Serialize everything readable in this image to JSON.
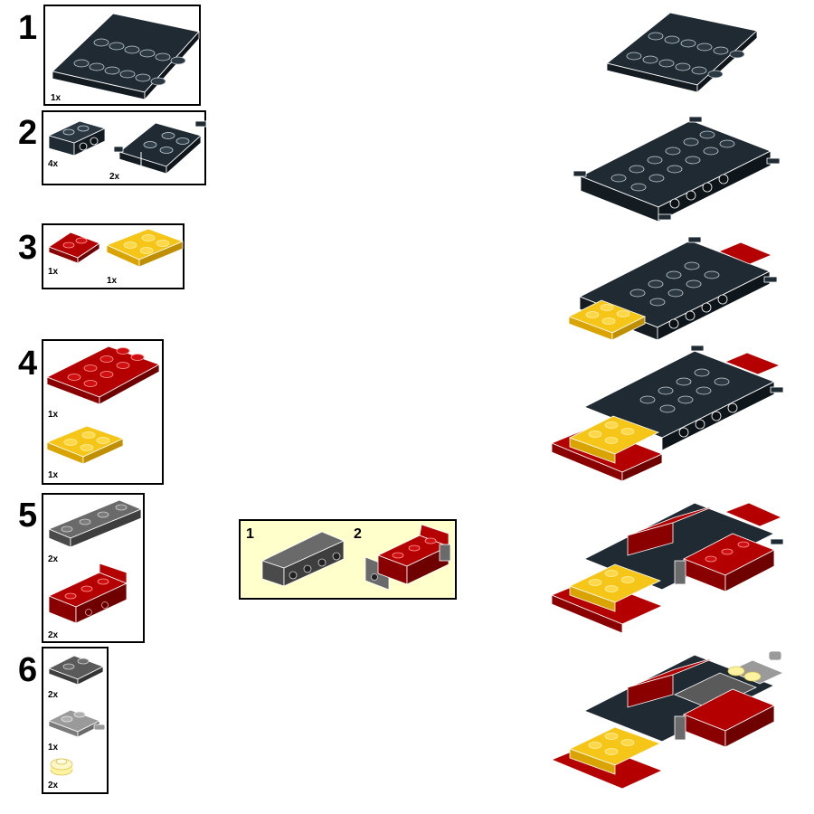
{
  "steps": [
    {
      "number": "1",
      "parts": [
        {
          "qty": "1x",
          "piece": "plate-2x6",
          "color": "#1f2a33"
        }
      ]
    },
    {
      "number": "2",
      "parts": [
        {
          "qty": "4x",
          "piece": "brick-1x2-with-pin-holes",
          "color": "#1f2a33"
        },
        {
          "qty": "2x",
          "piece": "plate-with-wheel-holders",
          "color": "#1f2a33"
        }
      ]
    },
    {
      "number": "3",
      "parts": [
        {
          "qty": "1x",
          "piece": "plate-1x2",
          "color": "#b40000"
        },
        {
          "qty": "1x",
          "piece": "plate-2x2",
          "color": "#f5c518"
        }
      ]
    },
    {
      "number": "4",
      "parts": [
        {
          "qty": "1x",
          "piece": "plate-2x4",
          "color": "#b40000"
        },
        {
          "qty": "1x",
          "piece": "plate-2x2",
          "color": "#f5c518"
        }
      ]
    },
    {
      "number": "5",
      "parts": [
        {
          "qty": "2x",
          "piece": "technic-brick-1x4",
          "color": "#5a5a5a"
        },
        {
          "qty": "2x",
          "piece": "bracket-1x4",
          "color": "#b40000"
        }
      ],
      "substeps": [
        "1",
        "2"
      ]
    },
    {
      "number": "6",
      "parts": [
        {
          "qty": "2x",
          "piece": "plate-1x2",
          "color": "#5a5a5a"
        },
        {
          "qty": "1x",
          "piece": "plate-with-clip",
          "color": "#9a9a9a"
        },
        {
          "qty": "2x",
          "piece": "round-plate-1x1-transparent",
          "color": "#fff3a0"
        }
      ]
    }
  ],
  "colors": {
    "dark_bluish_gray": "#1f2a33",
    "dark_red": "#b40000",
    "yellow": "#f5c518",
    "dark_gray": "#5a5a5a",
    "light_gray": "#9a9a9a",
    "trans_yellow": "#fff3a0",
    "callout_bg": "#ffffcc"
  }
}
